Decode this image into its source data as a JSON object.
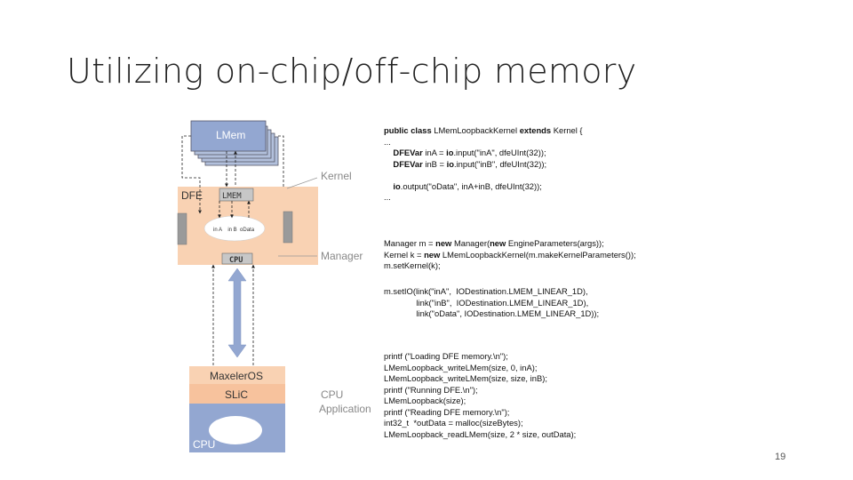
{
  "slide": {
    "title": "Utilizing on-chip/off-chip memory",
    "page_number": "19"
  },
  "diagram": {
    "lmem_label": "LMem",
    "kernel_label": "Kernel",
    "dfe_label": "DFE",
    "lmem_block_label": "LMEM",
    "stream_labels": "in A    in B  oData",
    "cpu_block_label": "CPU",
    "manager_label": "Manager",
    "maxeleros_label": "MaxelerOS",
    "slic_label": "SLiC",
    "cpu_app_label_1": "CPU",
    "cpu_app_label_2": "Application",
    "cpu_bottom_label": "CPU"
  },
  "code": {
    "kernel_block": [
      "public class LMemLoopbackKernel extends Kernel {",
      "...",
      "    DFEVar inA = io.input(\"inA\", dfeUInt(32));",
      "    DFEVar inB = io.input(\"inB\", dfeUInt(32));",
      "",
      "    io.output(\"oData\", inA+inB, dfeUInt(32));",
      "..."
    ],
    "manager_block": [
      "Manager m = new Manager(new EngineParameters(args));",
      "Kernel k = new LMemLoopbackKernel(m.makeKernelParameters());",
      "m.setKernel(k);"
    ],
    "setio_block": [
      "m.setIO(link(\"inA\",  IODestination.LMEM_LINEAR_1D),",
      "              link(\"inB\",  IODestination.LMEM_LINEAR_1D),",
      "              link(\"oData\", IODestination.LMEM_LINEAR_1D));"
    ],
    "cpu_block": [
      "printf (\"Loading DFE memory.\\n\");",
      "LMemLoopback_writeLMem(size, 0, inA);",
      "LMemLoopback_writeLMem(size, size, inB);",
      "printf (\"Running DFE.\\n\");",
      "LMemLoopback(size);",
      "printf (\"Reading DFE memory.\\n\");",
      "int32_t  *outData = malloc(sizeBytes);",
      "LMemLoopback_readLMem(size, 2 * size, outData);"
    ]
  }
}
